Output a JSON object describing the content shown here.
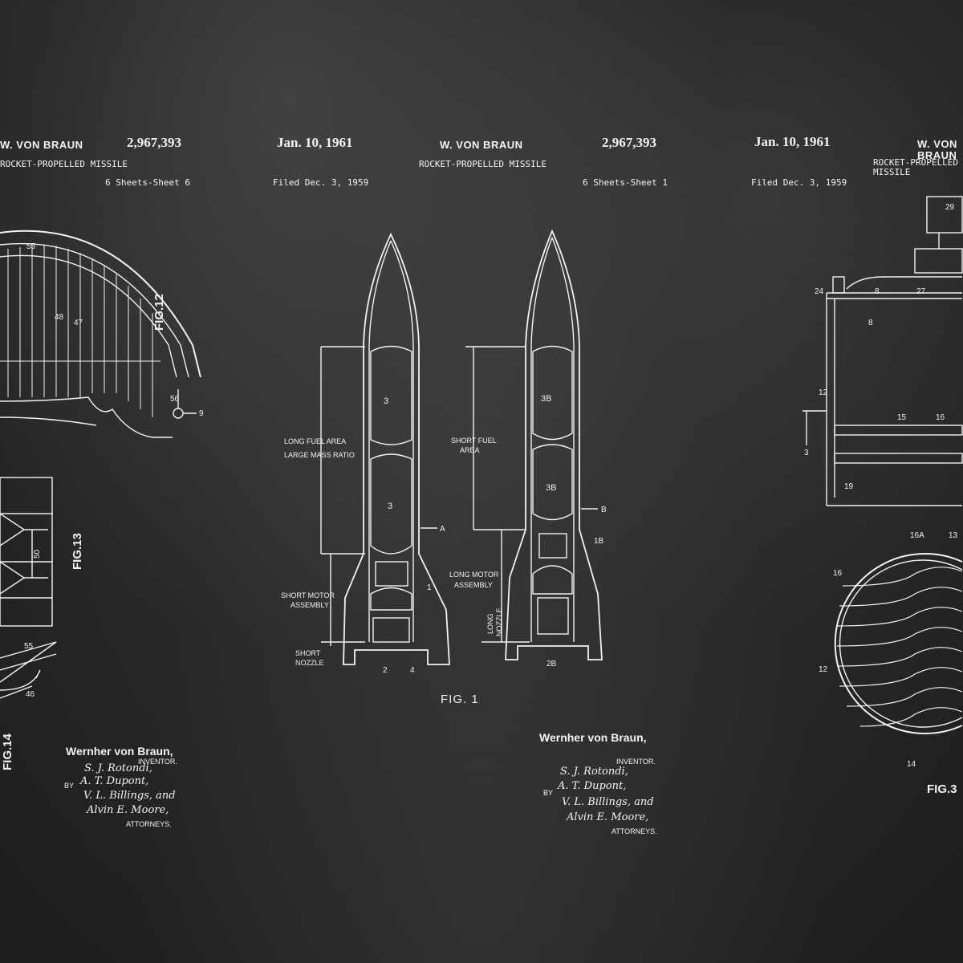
{
  "colors": {
    "background": "#2b2b2b",
    "ink": "#f2f2f2"
  },
  "left_sheet": {
    "inventor_header": "W. VON BRAUN",
    "patent_number": "2,967,393",
    "title": "ROCKET-PROPELLED MISSILE",
    "sheet": "6 Sheets-Sheet 6",
    "fig12": "FIG.12",
    "fig13": "FIG.13",
    "fig14": "FIG.14",
    "refs": [
      "55",
      "48",
      "47",
      "56",
      "9",
      "50",
      "55",
      "46"
    ],
    "inventor_name": "Wernher von Braun,",
    "inventor_label": "INVENTOR.",
    "sig1": "S. J. Rotondi,",
    "by": "BY",
    "sig2": "A. T. Dupont,",
    "sig3": "V. L. Billings, and",
    "sig4": "Alvin E. Moore,",
    "attorneys": "ATTORNEYS."
  },
  "center_sheet": {
    "date": "Jan. 10, 1961",
    "inventor_header": "W. VON BRAUN",
    "patent_number": "2,967,393",
    "title": "ROCKET-PROPELLED MISSILE",
    "filed": "Filed Dec. 3, 1959",
    "sheet": "6 Sheets-Sheet 1",
    "fig": "FIG. 1",
    "rocket_a": {
      "label_fuel_1": "LONG FUEL AREA",
      "label_fuel_2": "LARGE MASS RATIO",
      "label_motor_1": "SHORT MOTOR",
      "label_motor_2": "ASSEMBLY",
      "label_nozzle_1": "SHORT",
      "label_nozzle_2": "NOZZLE",
      "tank_upper": "3",
      "tank_lower": "3",
      "section": "A",
      "motor": "1",
      "ref_2": "2",
      "ref_4": "4"
    },
    "rocket_b": {
      "label_fuel_1": "SHORT FUEL",
      "label_fuel_2": "AREA",
      "label_motor_1": "LONG MOTOR",
      "label_motor_2": "ASSEMBLY",
      "label_nozzle_1": "LONG",
      "label_nozzle_2": "NOZZLE",
      "tank_upper": "3B",
      "tank_lower": "3B",
      "section": "B",
      "motor": "1B",
      "ref_2b": "2B"
    },
    "inventor_name": "Wernher von Braun,",
    "inventor_label": "INVENTOR.",
    "sig1": "S. J. Rotondi,",
    "by": "BY",
    "sig2": "A. T. Dupont,",
    "sig3": "V. L. Billings, and",
    "sig4": "Alvin E. Moore,",
    "attorneys": "ATTORNEYS."
  },
  "right_sheet": {
    "date": "Jan. 10, 1961",
    "inventor_header": "W. VON BRAUN",
    "title": "ROCKET-PROPELLED MISSILE",
    "filed": "Filed Dec. 3, 1959",
    "fig": "FIG.3",
    "refs": {
      "r29": "29",
      "r24": "24",
      "r8a": "8",
      "r27": "27",
      "r8b": "8",
      "r12a": "12",
      "r15": "15",
      "r16a": "16",
      "r3": "3",
      "r19": "19",
      "r16A": "16A",
      "r13": "13",
      "r16b": "16",
      "r12b": "12",
      "r14": "14"
    }
  }
}
